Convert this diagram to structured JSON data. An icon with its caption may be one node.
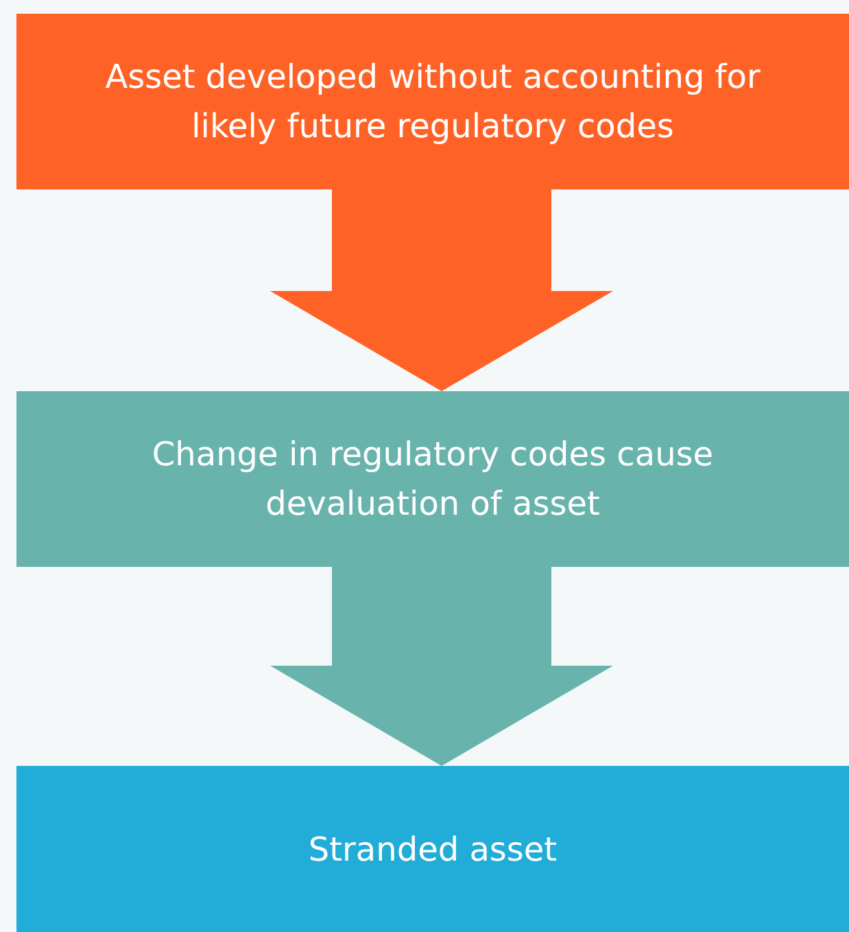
{
  "diagram": {
    "nodes": [
      {
        "text": [
          "Asset developed without accounting for likely future regulatory codes"
        ]
      },
      {
        "text": [
          "Change in regulatory codes cause devaluation of asset"
        ]
      },
      {
        "text": [
          "Stranded asset"
        ]
      }
    ],
    "edges": [
      {
        "from": 0,
        "to": 1,
        "arrow": "to",
        "color": "#ff6226"
      },
      {
        "from": 1,
        "to": 2,
        "arrow": "to",
        "color": "#68b3ab"
      }
    ]
  }
}
